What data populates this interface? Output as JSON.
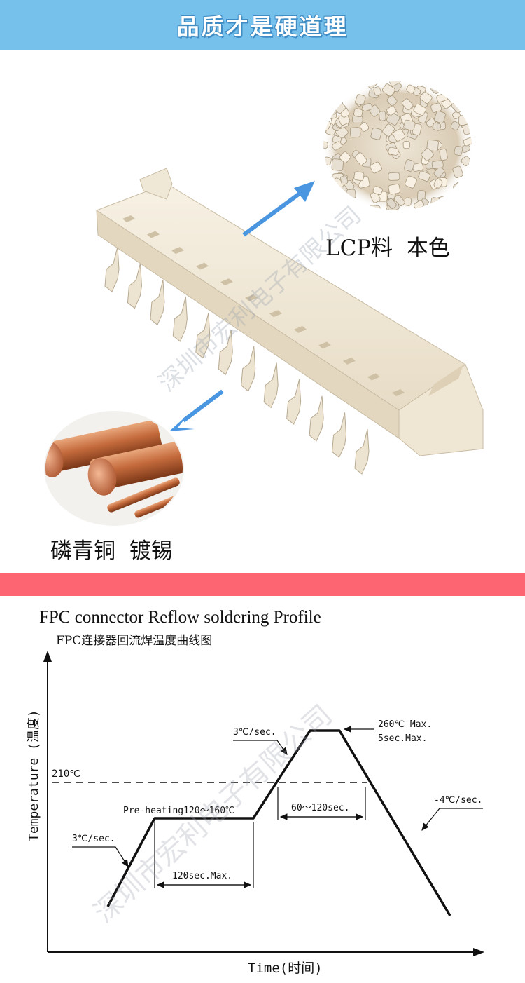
{
  "banner": {
    "title": "品质才是硬道理"
  },
  "product": {
    "material_label": "LCP料  本色",
    "terminal_label": "磷青铜  镀锡",
    "watermark": "深圳市宏利电子有限公司"
  },
  "colors": {
    "banner_bg": "#76c0ec",
    "divider": "#fe6573",
    "arrow": "#4a96e0",
    "connector_body": "#f0e8d6"
  },
  "profile": {
    "title": "FPC connector Reflow soldering Profile",
    "subtitle": "FPC连接器回流焊温度曲线图",
    "y_axis_label": "Temperature (温度)",
    "x_axis_label": "Time(时间)",
    "ref_temp_label": "210℃",
    "ramp_up_label": "3℃/sec.",
    "preheat_label": "Pre-heating120～160℃",
    "preheat_time_label": "120sec.Max.",
    "ramp_up_2_label": "3℃/sec.",
    "peak_label": "260℃ Max.",
    "peak_time_label": "5sec.Max.",
    "above_ref_time_label": "60～120sec.",
    "cool_down_label": "-4℃/sec.",
    "watermark": "深圳市宏利电子有限公司"
  }
}
